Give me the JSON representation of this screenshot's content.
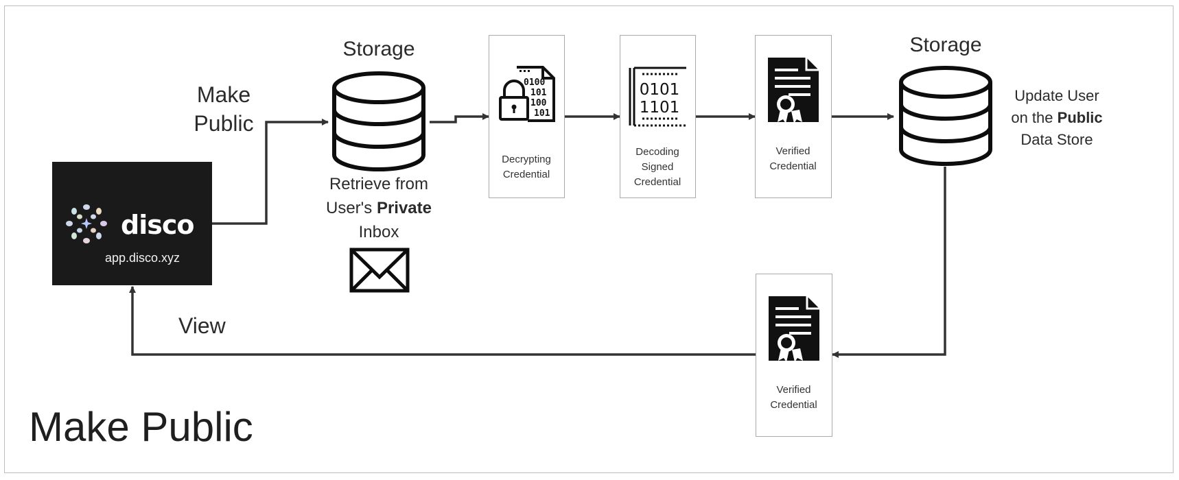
{
  "title": "Make Public",
  "logo": {
    "brand": "disco",
    "url": "app.disco.xyz"
  },
  "edge_labels": {
    "make_public_line1": "Make",
    "make_public_line2": "Public",
    "view": "View"
  },
  "storage_private": {
    "heading": "Storage",
    "caption_line1": "Retrieve from",
    "caption_line2_pre": "User's",
    "caption_line2_bold": "Private",
    "caption_line3": "Inbox"
  },
  "storage_public": {
    "heading": "Storage",
    "caption_line1": "Update User",
    "caption_line2_pre": "on  the",
    "caption_line2_bold": "Public",
    "caption_line3": "Data Store"
  },
  "steps": [
    {
      "line1": "Decrypting",
      "line2": "Credential",
      "line3": ""
    },
    {
      "line1": "Decoding",
      "line2": "Signed",
      "line3": "Credential"
    },
    {
      "line1": "Verified",
      "line2": "Credential",
      "line3": ""
    },
    {
      "line1": "Verified",
      "line2": "Credential",
      "line3": ""
    }
  ],
  "binary_text": [
    "0101",
    "1101"
  ],
  "binary_small": [
    "0100",
    "101",
    "100",
    "101"
  ],
  "icons": [
    "database-icon",
    "envelope-icon",
    "encrypted-file-lock-icon",
    "binary-document-icon",
    "certificate-icon",
    "sparkle-logo-icon"
  ],
  "colors": {
    "line": "#333333",
    "logo_bg": "#1a1a1a",
    "card_border": "#a9a9a9"
  }
}
